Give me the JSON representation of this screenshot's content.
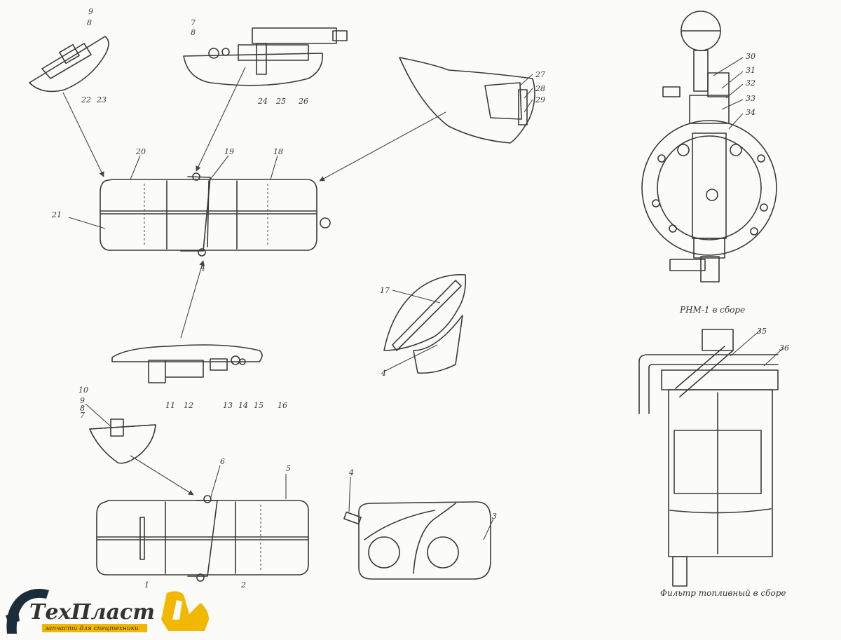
{
  "callouts": [
    "1",
    "2",
    "3",
    "4",
    "5",
    "6",
    "7",
    "8",
    "9",
    "10",
    "11",
    "12",
    "13",
    "14",
    "15",
    "16",
    "17",
    "18",
    "19",
    "20",
    "21",
    "22",
    "23",
    "24",
    "25",
    "26",
    "27",
    "28",
    "29",
    "30",
    "31",
    "32",
    "33",
    "34",
    "35",
    "36"
  ],
  "captions": {
    "pump": "РНМ-1 в сборе",
    "filter": "Фильтр топливный в сборе"
  },
  "logo": {
    "brand": "ТехПласт",
    "tagline": "запчасти для спецтехники",
    "colors": {
      "dark": "#1c2d3a",
      "accent": "#f2b800"
    }
  }
}
